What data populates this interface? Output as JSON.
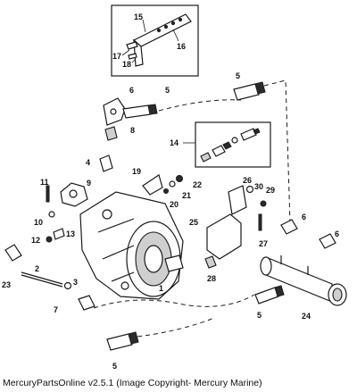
{
  "caption": "MercuryPartsOnline v2.5.1 (Image Copyright- Mercury Marine)",
  "callouts": [
    "1",
    "2",
    "3",
    "4",
    "5",
    "5",
    "5",
    "5",
    "6",
    "6",
    "6",
    "7",
    "8",
    "9",
    "10",
    "11",
    "12",
    "13",
    "14",
    "15",
    "16",
    "17",
    "18",
    "19",
    "20",
    "21",
    "22",
    "23",
    "24",
    "25",
    "26",
    "27",
    "28",
    "29",
    "30"
  ]
}
